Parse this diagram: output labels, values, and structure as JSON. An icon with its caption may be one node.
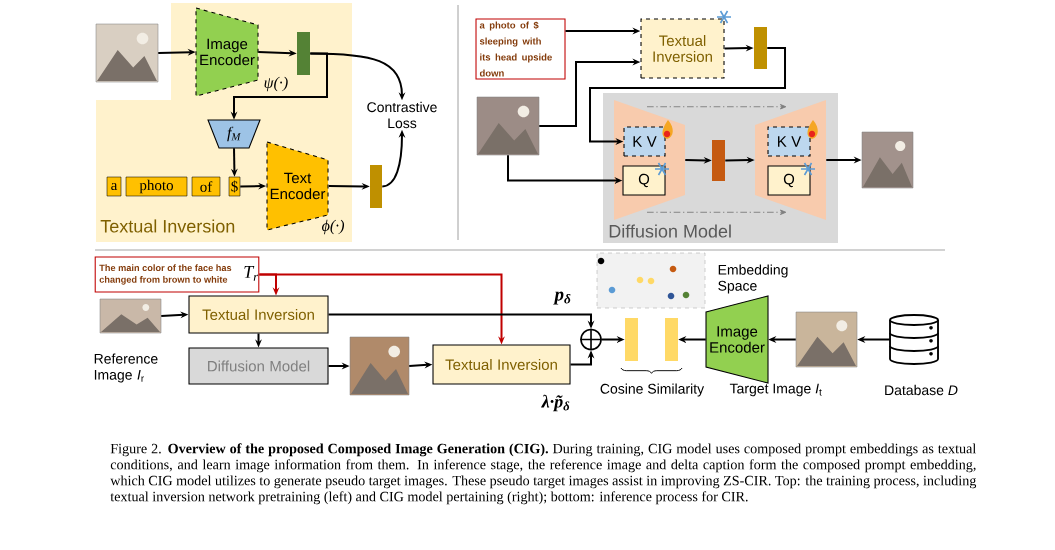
{
  "diagram": {
    "caption": "Figure 2. **Overview of the proposed Composed Image Generation (CIG).** During training, CIG model uses composed prompt embeddings as textual conditions, and learn image information from them. In inference stage, the reference image and delta caption form the composed prompt embedding, which CIG model utilizes to generate pseudo target images. These pseudo target images assist in improving ZS-CIR. Top: the training process, including textual inversion network pretraining (left) and CIG model pertaining (right); bottom: inference process for CIR.",
    "nodes": [
      {
        "text": [
          "Textual Inversion"
        ]
      },
      {
        "text": [],
        "shape": "picture"
      },
      {
        "text": [
          "Image Encoder"
        ],
        "beside": [
          "ψ(·)"
        ],
        "in": 0
      },
      {
        "text": [],
        "shape": "bar",
        "in": 0
      },
      {
        "text": [
          "f$_{M}$"
        ],
        "in": 0
      },
      {
        "text": [
          "a"
        ],
        "in": 0
      },
      {
        "text": [
          "photo"
        ],
        "in": 0
      },
      {
        "text": [
          "of"
        ],
        "in": 0
      },
      {
        "text": [
          "$"
        ],
        "in": 0
      },
      {
        "text": [
          "Text Encoder"
        ],
        "beside": [
          "ϕ(·)"
        ],
        "in": 0
      },
      {
        "text": [],
        "shape": "bar"
      },
      {
        "text": [
          "Contrastive Loss"
        ]
      },
      {
        "text": [
          "a photo of $ sleeping with its head upside down"
        ]
      },
      {
        "text": [
          "Textual Inversion"
        ]
      },
      {
        "text": [],
        "shape": "bar"
      },
      {
        "text": [],
        "shape": "picture"
      },
      {
        "text": [
          "Diffusion Model"
        ]
      },
      {
        "text": [],
        "shape": "trapezoid",
        "in": 16
      },
      {
        "text": [
          "K V"
        ],
        "in": 17
      },
      {
        "text": [
          "Q"
        ],
        "in": 17
      },
      {
        "text": [],
        "shape": "bar",
        "in": 16
      },
      {
        "text": [],
        "shape": "trapezoid",
        "in": 16
      },
      {
        "text": [
          "K V"
        ],
        "in": 21
      },
      {
        "text": [
          "Q"
        ],
        "in": 21
      },
      {
        "text": [],
        "shape": "picture"
      },
      {
        "text": [
          "The main color of the face has changed from brown to white",
          "T$_{r}$"
        ]
      },
      {
        "text": [],
        "shape": "picture",
        "beside": [
          "Reference Image *I*$_{r}$"
        ]
      },
      {
        "text": [
          "Textual Inversion"
        ]
      },
      {
        "text": [
          "Diffusion Model"
        ]
      },
      {
        "text": [],
        "shape": "picture"
      },
      {
        "text": [
          "Textual Inversion"
        ]
      },
      {
        "text": [],
        "shape": "circle"
      },
      {
        "text": [],
        "shape": "bar"
      },
      {
        "text": [],
        "shape": "bar"
      },
      {
        "text": [
          "Image Encoder"
        ]
      },
      {
        "text": [],
        "shape": "picture"
      },
      {
        "text": [],
        "shape": "cylinder",
        "beside": [
          "Database *D*"
        ]
      },
      {
        "text": [],
        "shape": "box"
      }
    ],
    "edges": [
      {
        "from": 1,
        "to": 2,
        "arrow": "to"
      },
      {
        "from": 2,
        "to": 3,
        "arrow": "to"
      },
      {
        "from": 3,
        "to": 11,
        "arrow": "to"
      },
      {
        "from": 3,
        "to": 4,
        "arrow": "to"
      },
      {
        "from": 4,
        "to": 8,
        "arrow": "to"
      },
      {
        "from": 8,
        "to": 9,
        "arrow": "to"
      },
      {
        "from": 9,
        "to": 10,
        "arrow": "to"
      },
      {
        "from": 10,
        "to": 11,
        "arrow": "to"
      },
      {
        "from": 12,
        "to": 13,
        "arrow": "to"
      },
      {
        "from": 15,
        "to": 13,
        "arrow": "to"
      },
      {
        "from": 13,
        "to": 14,
        "arrow": "to"
      },
      {
        "from": 14,
        "to": 18,
        "arrow": "to"
      },
      {
        "from": 15,
        "to": 19,
        "arrow": "to"
      },
      {
        "from": 17,
        "to": 20,
        "arrow": "to"
      },
      {
        "from": 20,
        "to": 21,
        "arrow": "to"
      },
      {
        "from": 17,
        "to": 21,
        "arrow": "to",
        "style": "dashed",
        "color": "#7f7f7f"
      },
      {
        "from": 17,
        "to": 21,
        "arrow": "to",
        "style": "dashed",
        "color": "#7f7f7f"
      },
      {
        "from": 21,
        "to": 24,
        "arrow": "to"
      },
      {
        "from": 26,
        "to": 27,
        "arrow": "to"
      },
      {
        "from": 25,
        "to": 27,
        "arrow": "to",
        "color": "#c00000"
      },
      {
        "from": 25,
        "to": 30,
        "arrow": "to",
        "color": "#c00000"
      },
      {
        "from": 27,
        "to": 28,
        "arrow": "to"
      },
      {
        "from": 28,
        "to": 29,
        "arrow": "to"
      },
      {
        "from": 29,
        "to": 30,
        "arrow": "to"
      },
      {
        "from": 27,
        "to": 31,
        "arrow": "to",
        "label": "p$_{δ}$"
      },
      {
        "from": 30,
        "to": 31,
        "arrow": "to",
        "label": "λ·p̃$_{δ}$"
      },
      {
        "from": 31,
        "to": 32,
        "arrow": "to"
      },
      {
        "from": 34,
        "to": 33,
        "arrow": "to"
      },
      {
        "from": 35,
        "to": 34,
        "arrow": "to"
      },
      {
        "from": 36,
        "to": 35,
        "arrow": "to"
      }
    ],
    "labels": [
      "Embedding Space",
      "Cosine Similarity",
      "Target Image *I*$_{t}$"
    ]
  }
}
